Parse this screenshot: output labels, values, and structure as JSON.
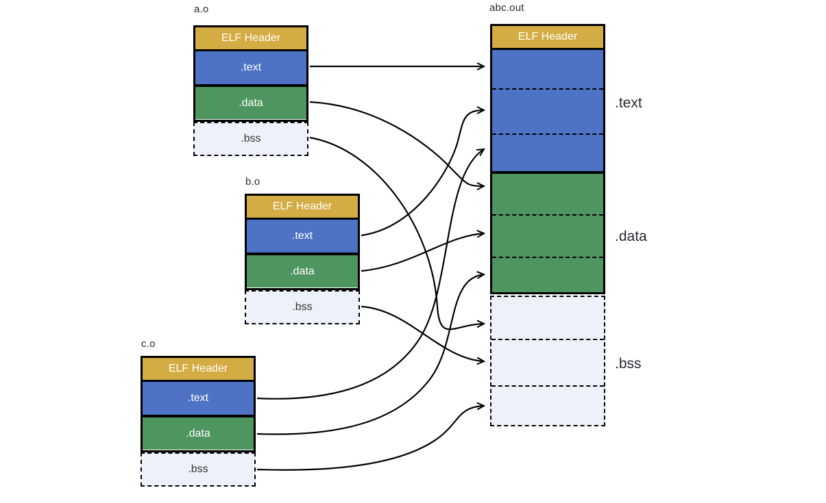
{
  "colors": {
    "elf_header": "#d3ac43",
    "text_section": "#4e73c5",
    "data_section": "#4e9560",
    "bss_section": "#edf1fa",
    "stroke": "#000000",
    "label_dark": "#25282e",
    "label_light": "#ffffff"
  },
  "files": [
    {
      "title": "a.o",
      "sections": {
        "header": "ELF Header",
        "text": ".text",
        "data": ".data",
        "bss": ".bss"
      }
    },
    {
      "title": "b.o",
      "sections": {
        "header": "ELF Header",
        "text": ".text",
        "data": ".data",
        "bss": ".bss"
      }
    },
    {
      "title": "c.o",
      "sections": {
        "header": "ELF Header",
        "text": ".text",
        "data": ".data",
        "bss": ".bss"
      }
    }
  ],
  "output": {
    "title": "abc.out",
    "sections": {
      "header": "ELF Header"
    },
    "region_labels": {
      "text": ".text",
      "data": ".data",
      "bss": ".bss"
    }
  },
  "arrows": [
    {
      "from": "a.o .text",
      "to": "abc.out .text slot 1"
    },
    {
      "from": "b.o .text",
      "to": "abc.out .text slot 2"
    },
    {
      "from": "c.o .text",
      "to": "abc.out .text slot 3"
    },
    {
      "from": "a.o .data",
      "to": "abc.out .data slot 1"
    },
    {
      "from": "b.o .data",
      "to": "abc.out .data slot 2"
    },
    {
      "from": "c.o .data",
      "to": "abc.out .data slot 3"
    },
    {
      "from": "a.o .bss",
      "to": "abc.out .bss slot 1"
    },
    {
      "from": "b.o .bss",
      "to": "abc.out .bss slot 2"
    },
    {
      "from": "c.o .bss",
      "to": "abc.out .bss slot 3"
    }
  ]
}
